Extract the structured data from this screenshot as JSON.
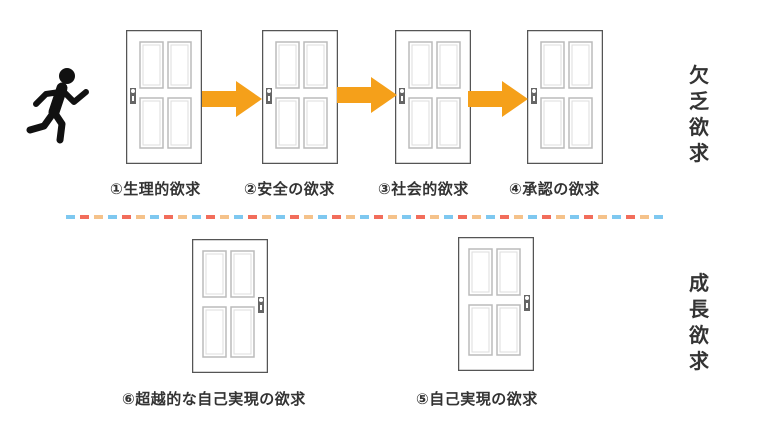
{
  "colors": {
    "arrow": "#f5a01a",
    "door_stroke": "#555555",
    "panel_stroke": "#bbbbbb",
    "text": "#333333",
    "dash": [
      "#7ec8f0",
      "#f26d5b",
      "#f5c28a"
    ]
  },
  "steps": [
    {
      "label": "①生理的欲求"
    },
    {
      "label": "②安全の欲求"
    },
    {
      "label": "③社会的欲求"
    },
    {
      "label": "④承認の欲求"
    },
    {
      "label": "⑥超越的な自己実現の欲求"
    },
    {
      "label": "⑤自己実現の欲求"
    }
  ],
  "side_labels": {
    "deficiency": [
      "欠",
      "乏",
      "欲",
      "求"
    ],
    "growth": [
      "成",
      "長",
      "欲",
      "求"
    ]
  },
  "icons": {
    "person": "running-person-icon",
    "arrow": "arrow-right-icon"
  }
}
